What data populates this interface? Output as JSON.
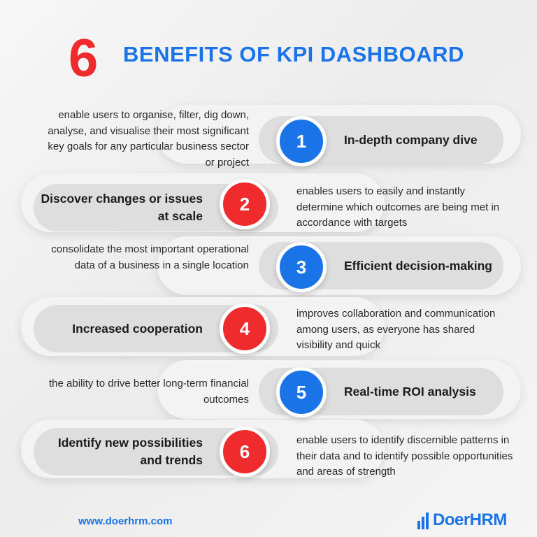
{
  "header": {
    "number": "6",
    "title": "BENEFITS OF KPI DASHBOARD"
  },
  "benefits": [
    {
      "num": "1",
      "title": "In-depth company dive",
      "desc": "enable users to organise, filter, dig down, analyse, and visualise their most significant key goals for any particular business sector or project"
    },
    {
      "num": "2",
      "title": "Discover changes or issues at scale",
      "desc": "enables users to easily and instantly determine which outcomes are being met in accordance with targets"
    },
    {
      "num": "3",
      "title": "Efficient decision-making",
      "desc": "consolidate the most important operational data of a business in a single location"
    },
    {
      "num": "4",
      "title": "Increased cooperation",
      "desc": "improves collaboration and communication among users, as everyone has shared visibility and quick"
    },
    {
      "num": "5",
      "title": "Real-time ROI analysis",
      "desc": "the ability to drive better long-term financial outcomes"
    },
    {
      "num": "6",
      "title": "Identify new possibilities and trends",
      "desc": "enable users to identify discernible patterns in their data and to identify possible opportunities and areas of strength"
    }
  ],
  "footer": {
    "url": "www.doerhrm.com",
    "logo_doer": "DoerHRM"
  },
  "colors": {
    "blue": "#1a74e8",
    "red": "#ef2b2d",
    "pill": "#dedede"
  }
}
